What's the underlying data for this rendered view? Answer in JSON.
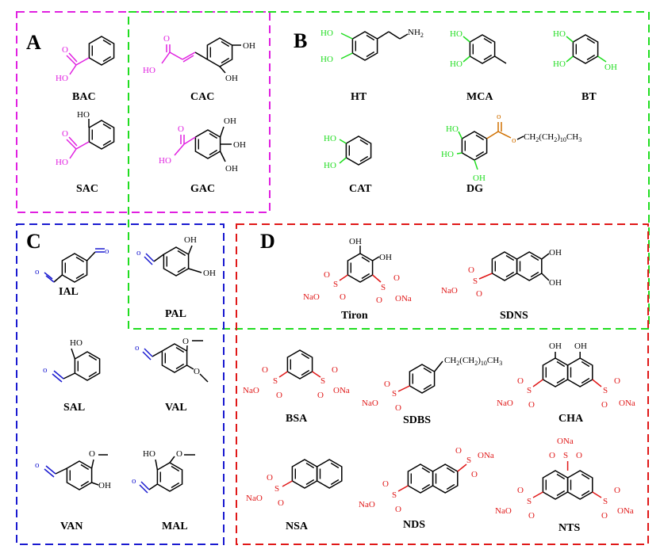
{
  "colors": {
    "panel_a": "#e020e0",
    "panel_b": "#20dd20",
    "panel_c": "#1a1ad0",
    "panel_d": "#e01818",
    "text": "#000000"
  },
  "panels": {
    "a": {
      "letter": "A"
    },
    "b": {
      "letter": "B"
    },
    "c": {
      "letter": "C"
    },
    "d": {
      "letter": "D"
    }
  },
  "atoms": {
    "ho": "HO",
    "oh": "OH",
    "o": "O",
    "nh2": "NH",
    "nh2_sub": "2",
    "s": "S",
    "nao": "NaO",
    "ona": "ONa",
    "o_sign": "o",
    "dg_chain_1": "CH",
    "dg_chain_2": "2",
    "dg_chain_3": "(CH",
    "dg_chain_4": "2",
    "dg_chain_5": ")",
    "dg_chain_6": "10",
    "dg_chain_7": "CH",
    "dg_chain_8": "3"
  },
  "molecules": [
    {
      "id": "bac",
      "label": "BAC"
    },
    {
      "id": "sac",
      "label": "SAC"
    },
    {
      "id": "cac",
      "label": "CAC"
    },
    {
      "id": "gac",
      "label": "GAC"
    },
    {
      "id": "ht",
      "label": "HT"
    },
    {
      "id": "mca",
      "label": "MCA"
    },
    {
      "id": "bt",
      "label": "BT"
    },
    {
      "id": "cat",
      "label": "CAT"
    },
    {
      "id": "dg",
      "label": "DG"
    },
    {
      "id": "ial",
      "label": "IAL"
    },
    {
      "id": "pal",
      "label": "PAL"
    },
    {
      "id": "sal",
      "label": "SAL"
    },
    {
      "id": "val",
      "label": "VAL"
    },
    {
      "id": "van",
      "label": "VAN"
    },
    {
      "id": "mal",
      "label": "MAL"
    },
    {
      "id": "tiron",
      "label": "Tiron"
    },
    {
      "id": "sdns",
      "label": "SDNS"
    },
    {
      "id": "bsa",
      "label": "BSA"
    },
    {
      "id": "sdbs",
      "label": "SDBS"
    },
    {
      "id": "cha",
      "label": "CHA"
    },
    {
      "id": "nsa",
      "label": "NSA"
    },
    {
      "id": "nds",
      "label": "NDS"
    },
    {
      "id": "nts",
      "label": "NTS"
    }
  ]
}
